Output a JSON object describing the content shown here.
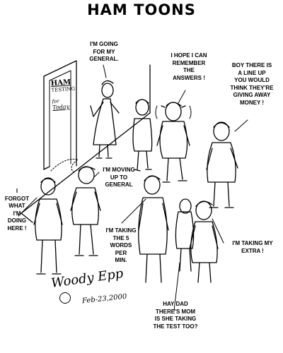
{
  "title": "HAM TOONS",
  "door_sign": {
    "line1": "HAM",
    "line2": "TESTING",
    "line3": "for",
    "line4": "Today"
  },
  "captions": {
    "going_general": [
      "I'M GOING",
      "FOR MY",
      "GENERAL."
    ],
    "remember_answers": [
      "I HOPE I CAN",
      "REMEMBER",
      "THE",
      "ANSWERS !"
    ],
    "line_up": [
      "BOY THERE IS",
      "A LINE UP",
      "YOU WOULD",
      "THINK  THEY'RE",
      "GIVING AWAY",
      "MONEY !"
    ],
    "moving_up": [
      "I'M MOVING",
      "UP TO",
      "GENERAL"
    ],
    "forgot": [
      "I",
      "FORGOT",
      "WHAT",
      "I'M",
      "DOING",
      "HERE !"
    ],
    "five_words": [
      "I'M TAKING",
      "THE 5",
      "WORDS",
      "PER",
      "MIN."
    ],
    "extra": [
      "I'M TAKING MY",
      "EXTRA !"
    ],
    "mom": [
      "HAY DAD",
      "THERE'S  MOM",
      "IS SHE TAKING",
      "THE TEST TOO?"
    ]
  },
  "signature": {
    "name": "Woody Epp",
    "date": "Feb-23,2000"
  }
}
